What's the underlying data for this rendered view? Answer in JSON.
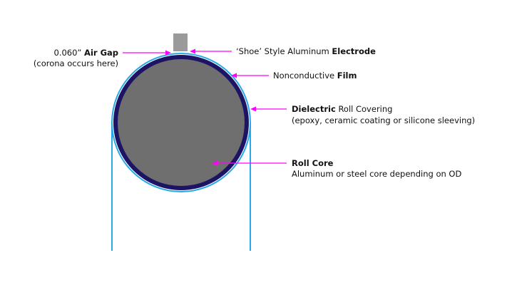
{
  "colors": {
    "callout": "#ff00ff",
    "film": "#29a9e6",
    "covering": "#1d1466",
    "core": "#6f6f6f",
    "electrode": "#9a9a9a"
  },
  "labels": {
    "air_gap": {
      "value": "0.060”",
      "bold": "Air Gap",
      "note": "(corona occurs here)"
    },
    "electrode": {
      "prefix": "‘Shoe’ Style Aluminum",
      "bold": "Electrode"
    },
    "film": {
      "prefix": "Nonconductive",
      "bold": "Film"
    },
    "dielectric": {
      "bold": "Dielectric",
      "suffix": "Roll Covering",
      "note": "(epoxy, ceramic coating or silicone sleeving)"
    },
    "core": {
      "bold": "Roll Core",
      "note": "Aluminum or steel core depending on OD"
    }
  }
}
